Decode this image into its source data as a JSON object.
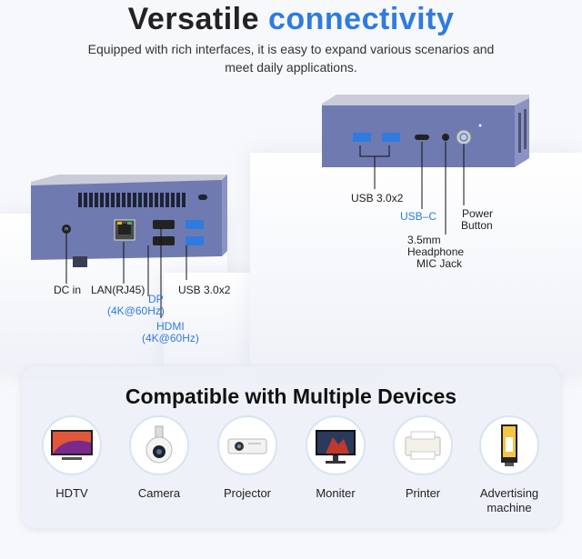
{
  "header": {
    "title_part1": "Versatile",
    "title_part2": "connectivity",
    "subtitle": "Equipped with rich interfaces, it is easy to expand various scenarios and meet daily applications."
  },
  "front_ports": {
    "dc_in": "DC in",
    "lan": "LAN(RJ45)",
    "dp": "DP",
    "dp_spec": "(4K@60Hz)",
    "hdmi": "HDMI",
    "hdmi_spec": "(4K@60Hz)",
    "usb": "USB 3.0x2"
  },
  "rear_ports": {
    "usb": "USB 3.0x2",
    "usb_c": "USB–C",
    "jack_line1": "3.5mm",
    "jack_line2": "Headphone",
    "jack_line3": "MIC Jack",
    "power_line1": "Power",
    "power_line2": "Button"
  },
  "devices_panel": {
    "title": "Compatible with Multiple Devices",
    "items": [
      {
        "label": "HDTV",
        "icon": "tv-icon"
      },
      {
        "label": "Camera",
        "icon": "security-camera-icon"
      },
      {
        "label": "Projector",
        "icon": "projector-icon"
      },
      {
        "label": "Moniter",
        "icon": "monitor-icon"
      },
      {
        "label": "Printer",
        "icon": "printer-icon"
      },
      {
        "label": "Advertising machine",
        "icon": "kiosk-icon"
      }
    ]
  },
  "colors": {
    "accent": "#2f7be0",
    "device_body": "#6f7ab0",
    "device_top": "#c8ccd8"
  }
}
